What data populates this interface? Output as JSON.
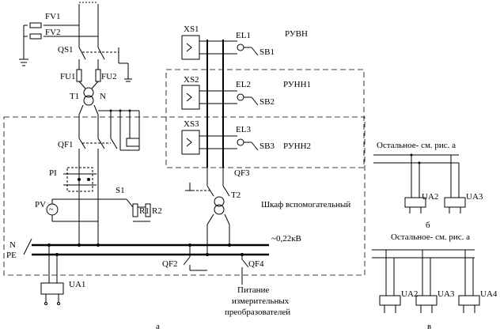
{
  "labels": {
    "fv1": "FV1",
    "fv2": "FV2",
    "qs1": "QS1",
    "fu1": "FU1",
    "fu2": "FU2",
    "t1": "T1",
    "n_top": "N",
    "qf1": "QF1",
    "pi": "PI",
    "s1": "S1",
    "pv": "PV",
    "r1": "R1",
    "r2": "R2",
    "n_bus": "N",
    "pe_bus": "PE",
    "voltage": "~0,22кВ",
    "ua1": "UA1",
    "qf2": "QF2",
    "qf3": "QF3",
    "qf4": "QF4",
    "t2": "T2",
    "xs1": "XS1",
    "xs2": "XS2",
    "xs3": "XS3",
    "el1": "EL1",
    "el2": "EL2",
    "el3": "EL3",
    "sb1": "SB1",
    "sb2": "SB2",
    "sb3": "SB3",
    "ruvn": "РУВН",
    "runn1": "РУНН1",
    "runn2": "РУНН2",
    "cabinet": "Шкаф вспомогательный",
    "power_line1": "Питание",
    "power_line2": "измерительных",
    "power_line3": "преобразователей",
    "panel_a": "а",
    "panel_b": "б",
    "panel_v": "в",
    "rest_b": "Остальное- см. рис. а",
    "rest_v": "Остальное- см. рис. а",
    "ua2_b": "UA2",
    "ua3_b": "UA3",
    "ua2_v": "UA2",
    "ua3_v": "UA3",
    "ua4_v": "UA4"
  }
}
